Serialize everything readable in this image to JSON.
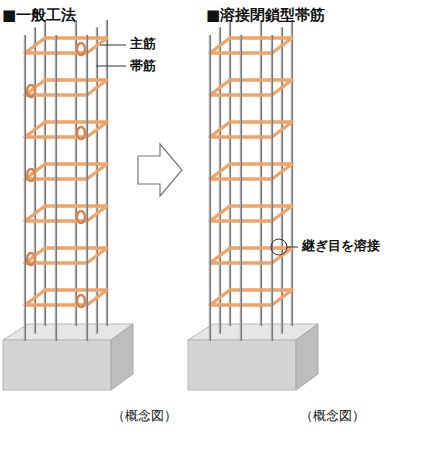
{
  "diagram": {
    "labels": [
      "■一般工法",
      "■溶接閉鎖型帯筋",
      "主筋",
      "帯筋",
      "継ぎ目を溶接",
      "（概念図）",
      "（概念図）"
    ]
  }
}
